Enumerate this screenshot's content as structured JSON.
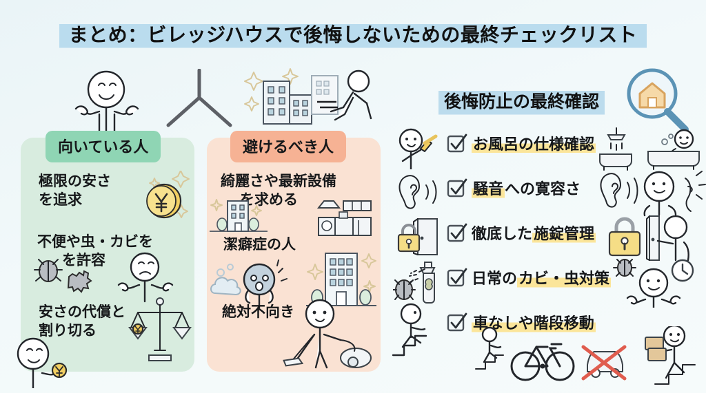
{
  "page": {
    "title": "まとめ：ビレッジハウスで後悔しないための最終チェックリスト"
  },
  "colors": {
    "background": "#eef6f8",
    "title_highlight": "#badcee",
    "panel_green": "#d8ecdf",
    "badge_green": "#8fd5b4",
    "panel_peach": "#fae2d3",
    "badge_peach": "#f6b294",
    "text_highlight_yellow": "#fbe59a",
    "lock_yellow": "#f5dd86",
    "coin_yellow": "#f2cf62",
    "cross_red": "#e05c4e"
  },
  "left_panel": {
    "badge": "向いている人",
    "items": [
      {
        "line1": "極限の安さ",
        "line2": "を追求",
        "icon": "coin-yen-sparkle-icon"
      },
      {
        "line1": "不便や虫・カビを",
        "line2": "を許容",
        "icon": "bug-germ-shrug-person-icon"
      },
      {
        "line1": "安さの代償と",
        "line2": "割り切る",
        "icon": "balance-scale-icon"
      }
    ]
  },
  "middle_panel": {
    "badge": "避けるべき人",
    "items": [
      {
        "line1": "綺麗さや最新設備",
        "line2": "を求める",
        "icon": "building-kitchen-icon"
      },
      {
        "line1": "潔癖症の人",
        "line2": "",
        "icon": "dust-cloud-shocked-person-building-icon"
      },
      {
        "line1": "絶対不向き",
        "line2": "",
        "icon": "vacuum-cleaner-person-icon"
      }
    ]
  },
  "right_panel": {
    "header": "後悔防止の最終確認",
    "header_icon": "magnifier-house-icon",
    "checklist": [
      {
        "prefix": "",
        "highlight": "お風呂の仕様確認",
        "suffix": "",
        "left_icon": "person-with-check-flag-icon",
        "right_icon": "shower-bathtub-person-icon"
      },
      {
        "prefix": "",
        "highlight": "騒音",
        "suffix": "への寛容さ",
        "left_icon": "ear-soundwaves-icon",
        "right_icon": "ear-annoyed-person-icon"
      },
      {
        "prefix": "徹底した",
        "highlight": "施錠管理",
        "suffix": "",
        "left_icon": "door-padlock-icon",
        "right_icon": "padlock-person-locking-door-icon"
      },
      {
        "prefix": "日常の",
        "highlight": "カビ・虫対策",
        "suffix": "",
        "left_icon": "spray-bottle-bug-icon",
        "right_icon": "bug-clock-shrug-person-icon"
      },
      {
        "prefix": "",
        "highlight": "車なしや階段移動",
        "suffix": "",
        "left_icon": "person-climbing-stairs-icon",
        "right_icon": "bicycle-no-car-boxes-stairs-icon"
      }
    ]
  },
  "decorations": {
    "fork_divider": "y-fork-path-icon",
    "top_left_figure": "happy-shrugging-person-icon",
    "top_right_figure": "city-buildings-running-person-icon"
  }
}
